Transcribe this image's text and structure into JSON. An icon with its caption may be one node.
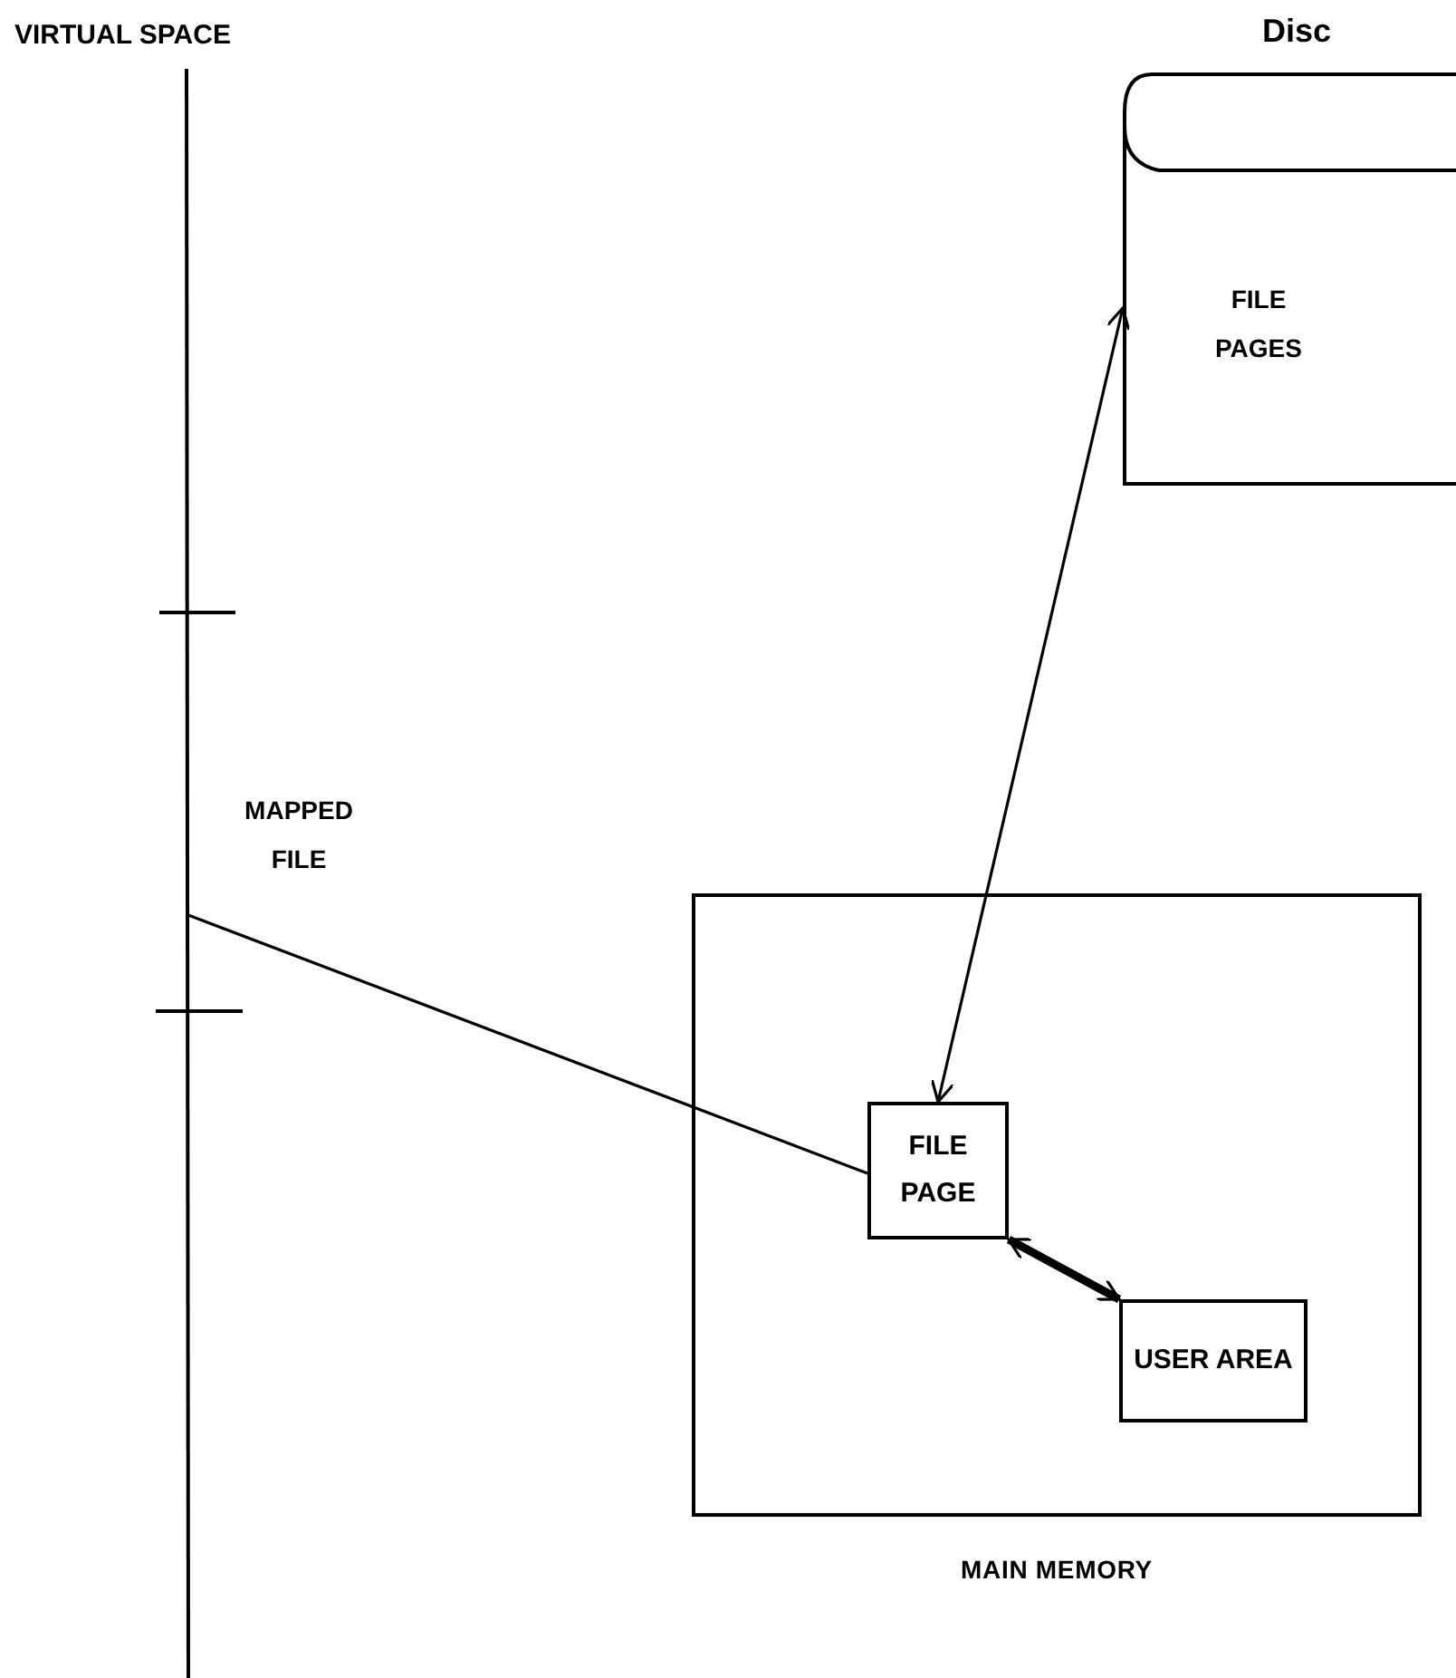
{
  "diagram": {
    "nodes": [
      {
        "text": [
          "VIRTUAL SPACE"
        ]
      },
      {
        "text": [
          "MAPPED FILE"
        ],
        "in": 0
      },
      {
        "text": [
          "Disc",
          "FILE PAGES"
        ]
      },
      {
        "text": [
          "MAIN MEMORY"
        ]
      },
      {
        "text": [
          "FILE PAGE"
        ],
        "in": 3
      },
      {
        "text": [
          "USER AREA"
        ],
        "in": 3
      }
    ],
    "edges": [
      {
        "from": 1,
        "to": 4,
        "arrow": "none"
      },
      {
        "from": 4,
        "to": 2,
        "arrow": "both"
      },
      {
        "from": 4,
        "to": 5,
        "arrow": "both",
        "style": "thick"
      }
    ]
  }
}
